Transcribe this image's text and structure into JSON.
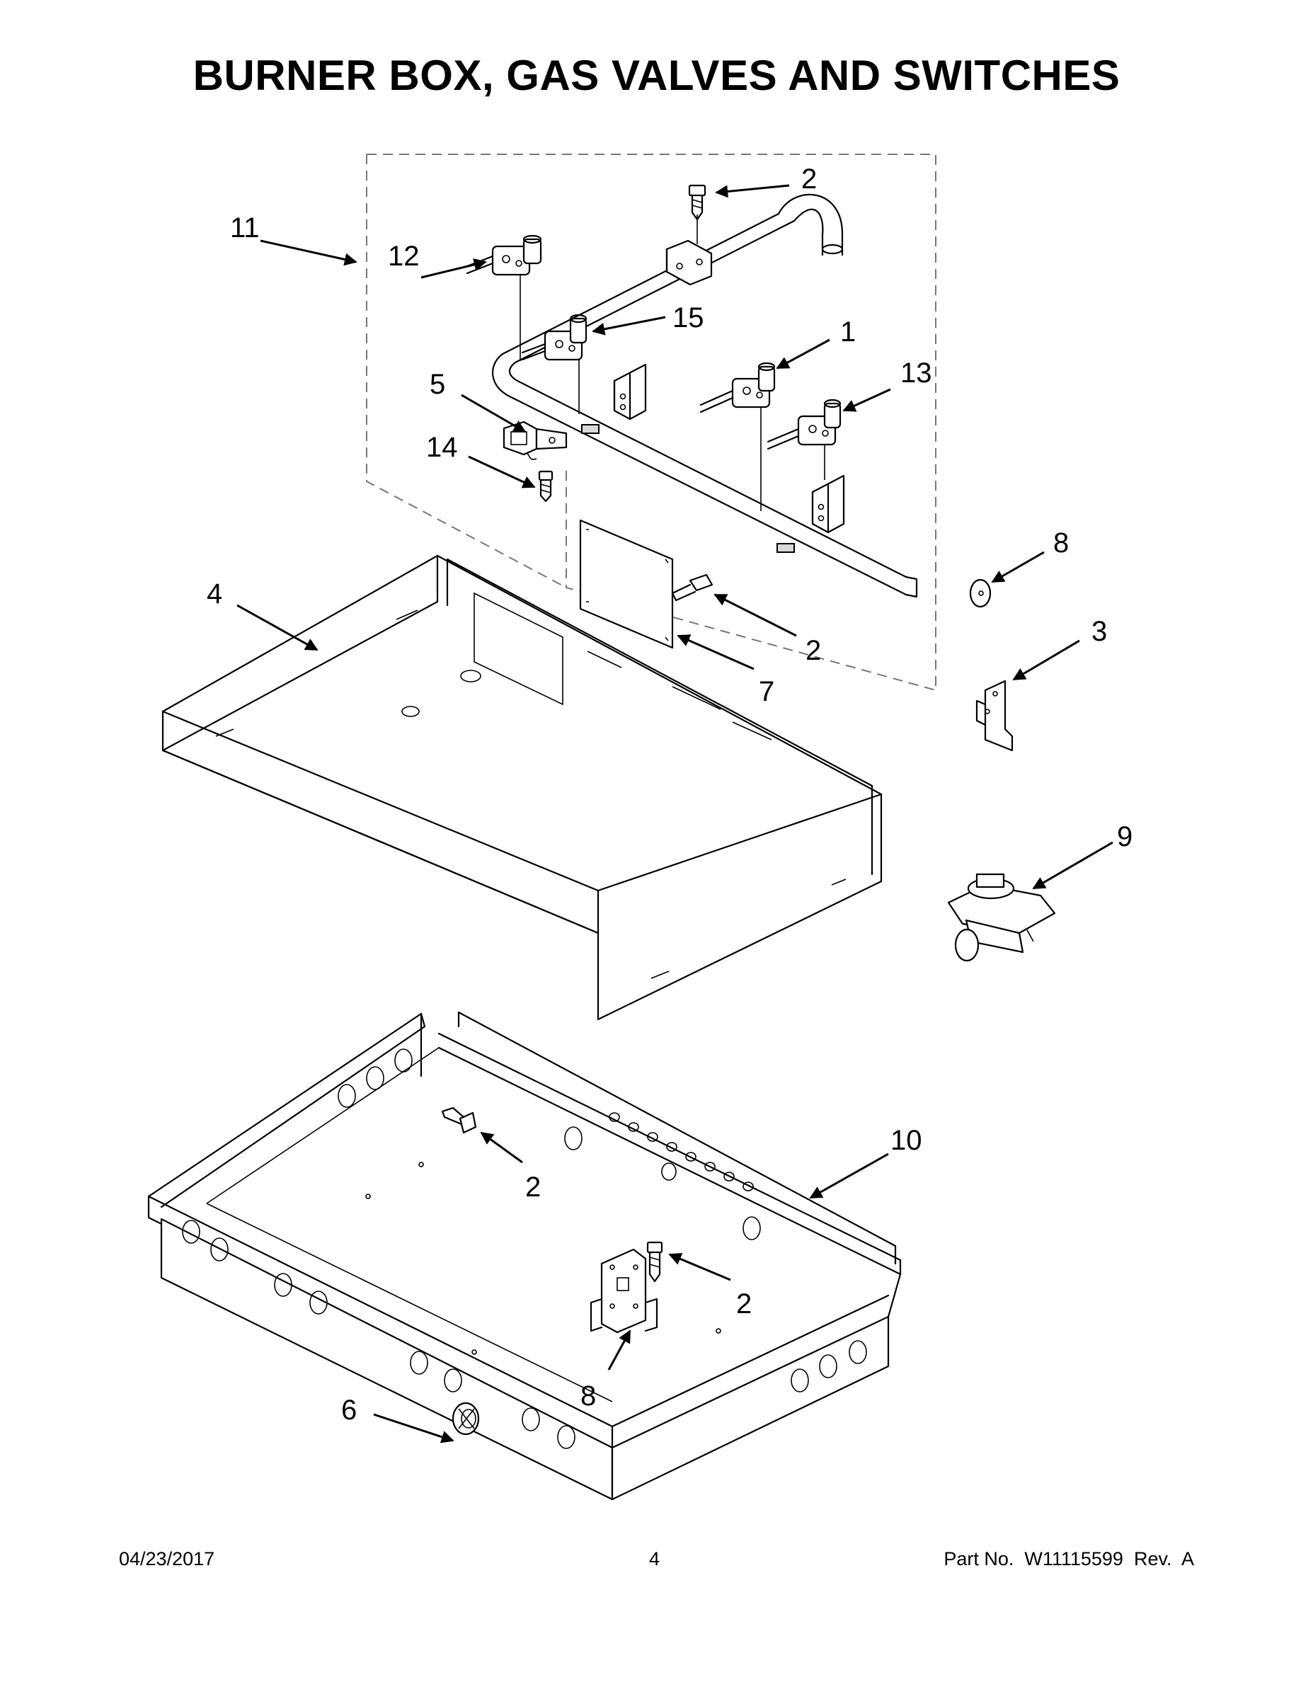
{
  "page": {
    "title": "BURNER BOX, GAS VALVES AND SWITCHES",
    "footer": {
      "date": "04/23/2017",
      "page_number": "4",
      "part_number": "Part No.  W11115599  Rev.  A"
    }
  },
  "callouts": [
    {
      "id": "c1",
      "label": "1"
    },
    {
      "id": "c2a",
      "label": "2"
    },
    {
      "id": "c2b",
      "label": "2"
    },
    {
      "id": "c2c",
      "label": "2"
    },
    {
      "id": "c2d",
      "label": "2"
    },
    {
      "id": "c3",
      "label": "3"
    },
    {
      "id": "c4",
      "label": "4"
    },
    {
      "id": "c5",
      "label": "5"
    },
    {
      "id": "c6",
      "label": "6"
    },
    {
      "id": "c7",
      "label": "7"
    },
    {
      "id": "c8a",
      "label": "8"
    },
    {
      "id": "c8b",
      "label": "8"
    },
    {
      "id": "c9",
      "label": "9"
    },
    {
      "id": "c10",
      "label": "10"
    },
    {
      "id": "c11",
      "label": "11"
    },
    {
      "id": "c12",
      "label": "12"
    },
    {
      "id": "c13",
      "label": "13"
    },
    {
      "id": "c14",
      "label": "14"
    },
    {
      "id": "c15",
      "label": "15"
    }
  ]
}
